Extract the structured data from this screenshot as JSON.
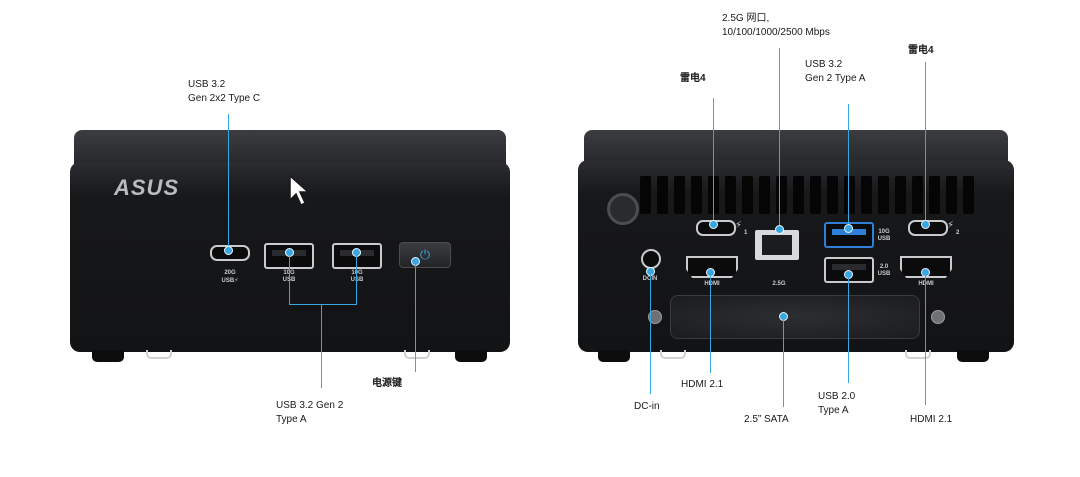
{
  "front": {
    "logo_text": "ASUS",
    "port_labels": {
      "usbc_speed": "20G",
      "usbc_name": "USB⚡",
      "usba1_speed": "10G",
      "usba1_name": "USB",
      "usba2_speed": "10G",
      "usba2_name": "USB"
    },
    "callouts": {
      "usbc": [
        "USB 3.2",
        "Gen 2x2 Type C"
      ],
      "usba": [
        "USB 3.2 Gen 2",
        "Type A"
      ],
      "power": "电源键"
    }
  },
  "rear": {
    "port_labels": {
      "hdmi_left": "HDMI",
      "lan": "2.5G",
      "usb_top_speed": "10G",
      "usb_top_name": "USB",
      "usb_bottom_speed": "2.0",
      "usb_bottom_name": "USB",
      "hdmi_right": "HDMI",
      "dc": "DCIN",
      "tb_left_num": "1",
      "tb_right_num": "2"
    },
    "callouts": {
      "lan": [
        "2.5G 网口,",
        "10/100/1000/2500 Mbps"
      ],
      "tb_left": "雷电4",
      "usb32": [
        "USB 3.2",
        "Gen 2 Type A"
      ],
      "tb_right": "雷电4",
      "dcin": "DC-in",
      "hdmi_left": "HDMI 2.1",
      "sata": "2.5” SATA",
      "usb20": [
        "USB 2.0",
        "Type A"
      ],
      "hdmi_right": "HDMI 2.1"
    }
  },
  "colors": {
    "accent": "#3aa6e0",
    "chassis": "#16171a",
    "background": "#ffffff"
  }
}
